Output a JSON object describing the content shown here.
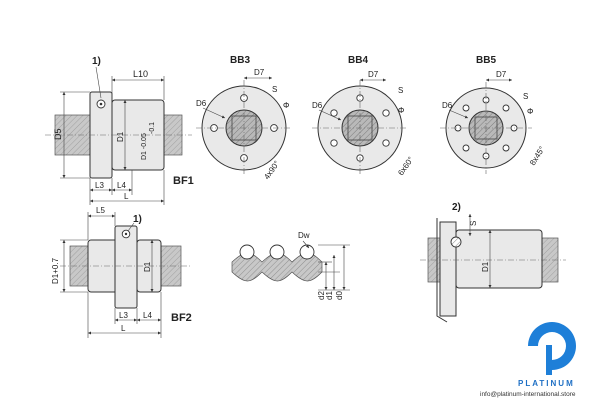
{
  "callouts": {
    "note1_top": "1)",
    "note1_bottom": "1)",
    "note2": "2)"
  },
  "views": {
    "bf1": "BF1",
    "bf2": "BF2",
    "bb3": "BB3",
    "bb4": "BB4",
    "bb5": "BB5"
  },
  "dims": {
    "L10": "L10",
    "D5": "D5",
    "D1_left": "D1",
    "D1_tol_top": "D1 -0.05",
    "D1_tol_bot": "-0.1",
    "L3_top": "L3",
    "L4_top": "L4",
    "L_top": "L",
    "L5": "L5",
    "D1_bf2": "D1+0.7",
    "D1_bf2_right": "D1",
    "L3_bot": "L3",
    "L4_bot": "L4",
    "L_bot": "L",
    "D7_bb3": "D7",
    "D6_bb3": "D6",
    "S_bb3": "S",
    "phi_bb3": "Φ",
    "pattern_bb3": "4x90°",
    "D7_bb4": "D7",
    "D6_bb4": "D6",
    "S_bb4": "S",
    "phi_bb4": "Φ",
    "pattern_bb4": "6x60°",
    "D7_bb5": "D7",
    "D6_bb5": "D6",
    "S_bb5": "S",
    "phi_bb5": "Φ",
    "pattern_bb5": "8x45°",
    "Dw": "Dw",
    "d2": "d2",
    "d1": "d1",
    "d0": "d0",
    "S_detail": "S",
    "D1_detail": "D1"
  },
  "brand": {
    "name": "PLATINUM",
    "email": "info@platinum-international.store",
    "color": "#1e7fd8"
  }
}
